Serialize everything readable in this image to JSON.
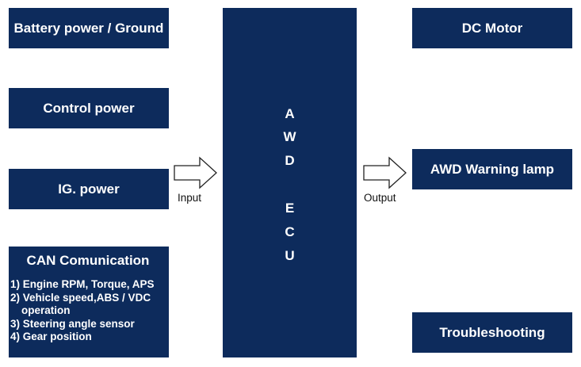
{
  "inputs": {
    "battery": "Battery power / Ground",
    "control": "Control power",
    "ig": "IG. power",
    "can": {
      "title": "CAN Comunication",
      "items": [
        "1) Engine RPM, Torque, APS",
        "2) Vehicle speed,ABS / VDC",
        "    operation",
        "3) Steering angle sensor",
        "4) Gear position"
      ]
    }
  },
  "ecu": {
    "letters": [
      "A",
      "W",
      "D",
      "E",
      "C",
      "U"
    ]
  },
  "arrows": {
    "input_label": "Input",
    "output_label": "Output"
  },
  "outputs": {
    "motor": "DC Motor",
    "lamp": "AWD Warning lamp",
    "trouble": "Troubleshooting"
  },
  "colors": {
    "box_fill": "#0d2b5c",
    "box_text": "#ffffff",
    "arrow_stroke": "#222222"
  }
}
